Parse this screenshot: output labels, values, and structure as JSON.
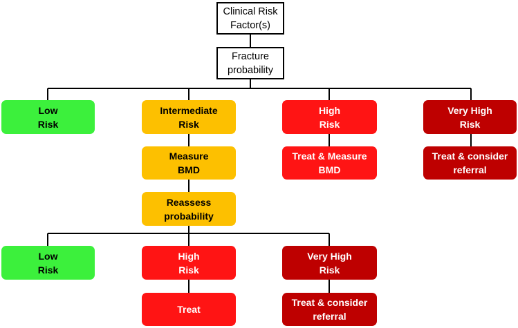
{
  "colors": {
    "low": "#3cf03c",
    "intermediate": "#fdc000",
    "high": "#ff1414",
    "very_high": "#be0000",
    "connector": "#000000"
  },
  "nodes": {
    "clinical_risk": "Clinical Risk\nFactor(s)",
    "fracture_probability": "Fracture\nprobability",
    "low_risk_1": "Low\nRisk",
    "intermediate_risk": "Intermediate\nRisk",
    "high_risk_1": "High\nRisk",
    "very_high_risk_1": "Very High\nRisk",
    "measure_bmd": "Measure\nBMD",
    "treat_measure_bmd": "Treat & Measure\nBMD",
    "treat_referral_1": "Treat & consider\nreferral",
    "reassess_probability": "Reassess\nprobability",
    "low_risk_2": "Low\nRisk",
    "high_risk_2": "High\nRisk",
    "very_high_risk_2": "Very High\nRisk",
    "treat": "Treat",
    "treat_referral_2": "Treat & consider\nreferral"
  }
}
